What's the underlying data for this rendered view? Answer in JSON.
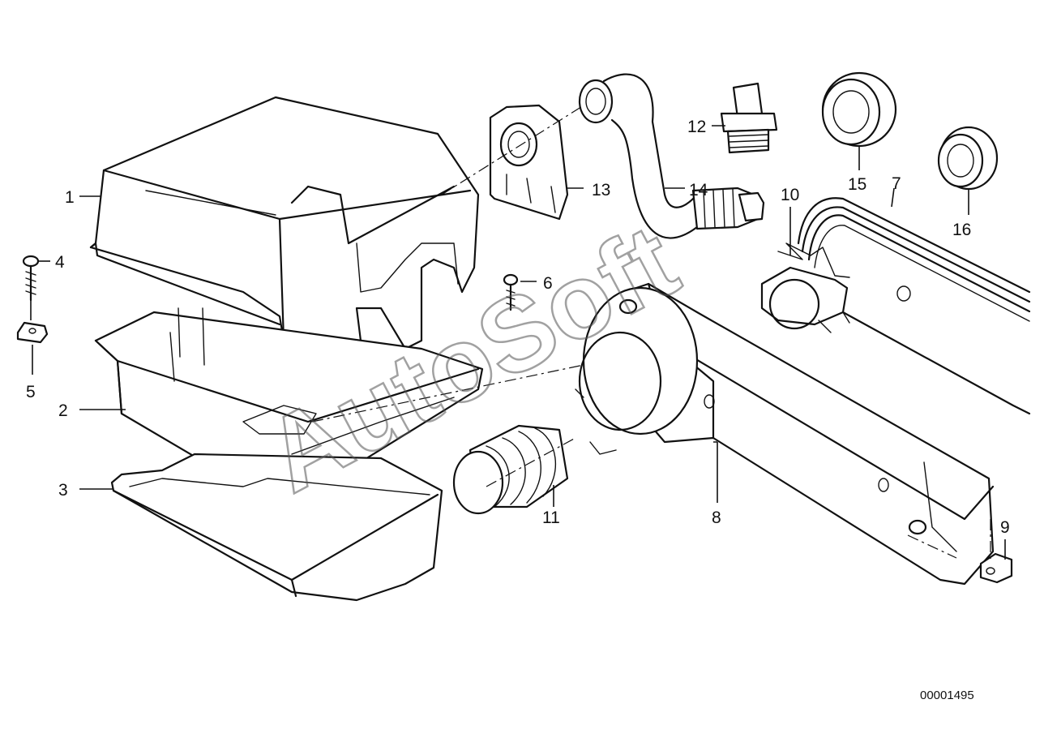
{
  "diagram": {
    "callouts": [
      "1",
      "2",
      "3",
      "4",
      "5",
      "6",
      "7",
      "8",
      "9",
      "10",
      "11",
      "12",
      "13",
      "14",
      "15",
      "16"
    ],
    "document_number": "00001495",
    "watermark": "AutoSoft"
  }
}
